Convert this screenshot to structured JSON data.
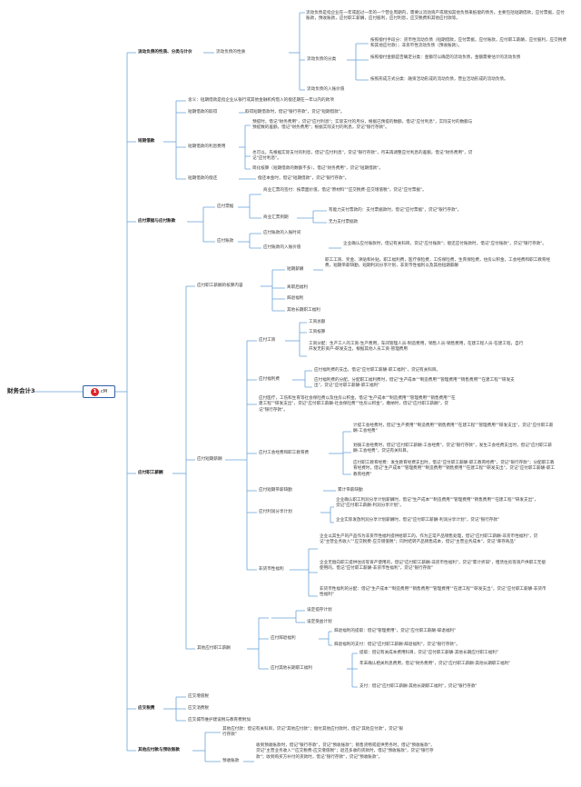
{
  "title": "财务会计3",
  "badge": {
    "number": "1",
    "label": "cM"
  },
  "colors": {
    "accent": "#6aa3d8",
    "badge": "#d9262c",
    "text": "#3a3a3a"
  },
  "sections": {
    "current": {
      "label": "流动负债的性质、分类与计价",
      "nature": "流动负债的性质",
      "def": "流动负债是指企业在一年或超过一年的一个营业周期内，需要以流动资产或增加其他负债来抵偿的债务。主要包括短期借款，应付票据，应付账款，预收账款，应付职工薪酬，应付股利，应付利息，应交税费和其他应付款等。",
      "classify": "流动负债的分类",
      "c1": "按照偿付手段分：货币性流动负债（短期借款，应付票据，应付账款，应付职工薪酬，应付股利，应交税费和其他应付款）；非货币性流动负债（预收账款）。",
      "c2": "按照偿付金额是否确定分类：金额可以确定的流动负债，金额需要估计的流动负债",
      "c3": "按照形成方式分类：融资活动形成的流动负债，营业活动形成的流动负债。",
      "measure": "流动负债的入账价值"
    },
    "shortloan": {
      "label": "短期借款",
      "def": "含义：短期借款是指企业从银行或其他金融机构借入的偿还期在一年以内的款项",
      "get": "短期借款的取得",
      "get_d": "取得短期借款时，借记\"银行存款\"，贷记\"短期借款\"。",
      "interest": "短期借款的利息费用",
      "i1": "预提时，借记\"财务费用\"，贷记\"应付利息\"；实际支付的月份，根据已预提的数额，借记\"应付利息\"，实际支付的数额与预提数的差额，借记\"财务费用\"；根据实际支付的利息，贷记\"银行存款\"。",
      "i2": "也可以，先根据实际支付的利息，借记\"应付利息\"，贷记\"银行存款\"，月末再调整应付利息的差额，借记\"财务费用\"，贷记\"应付利息\"。",
      "i3": "简化核算（短期借款的数额不多），借记\"财务费用\"，贷记\"短期借款\"。",
      "repay": "短期借款的偿还",
      "repay_d": "偿还本金时，借记\"短期借款\"，贷记\"银行存款\"。"
    },
    "payable": {
      "label": "应付票据与应付账款",
      "notes": "应付票据",
      "n1": "商业汇票的签付：按票面价值，借记\"原材料\"\"应交税费-应交增值税\"，贷记\"应付票据\"。",
      "bank": "商业汇票到期",
      "b1": "有能力支付票款的：支付票据款时，借记\"应付票据\"，贷记\"银行存款\"。",
      "b2": "无力支付票据款",
      "acct": "应付账款",
      "a1": "应付账款的入账时间",
      "a2": "应付账款的入账价值",
      "a2d": "企业确认应付账款时，借记有关科目，贷记\"应付账款\"；偿还应付账款时，借记\"应付账款\"，贷记\"银行存款\"。"
    },
    "salary": {
      "label": "应付职工薪酬",
      "content": "应付职工薪酬的核算内容",
      "short": "短期薪酬",
      "short_d": "职工工资、奖金、津贴和补贴，职工福利费，医疗保险费，工伤保险费，生育保险费，住房公积金，工会经费和职工教育经费，短期带薪缺勤，短期利润分享计划，非货币性福利以及其他短期薪酬",
      "post": "离职后福利",
      "quit": "辞退福利",
      "other_long": "其他长期职工福利",
      "wage": "应付工资",
      "w1": "工资总额",
      "w2": "工资核算",
      "w3": "工资分配：生产工人的工资-生产费用，车间管理人员-制造费用，销售人员-销售费用，在建工程人员-在建工程，自行开发无形资产-研发支出，根据其他人员工资-管理费用",
      "welfare": "应付福利费",
      "f1": "应付福利费的支出，借记\"应付职工薪酬-职工福利\"，贷记有关科目。",
      "f2": "应付福利费的分配，分配职工福利费时，借记\"生产成本\"\"制造费用\"\"管理费用\"\"销售费用\"\"在建工程\"\"研发支出\"，贷记\"应付职工薪酬-职工福利\"",
      "shortpay": "应付短期薪酬",
      "s0": "应付医疗，工伤和生育等社会保险费以及住房公积金，借记\"生产成本\"\"制造费用\"\"管理费用\"\"销售费用\"\"在建工程\"\"研发支出\"，贷记\"应付职工薪酬-社会保险费\"\"住房公积金\"，缴纳时，借记\"应付职工薪酬\"，贷记\"银行存款\"。",
      "union": "应付工会经费和职工教育费",
      "u1": "计提工会经费时，借记\"生产费用\"\"制造费用\"\"销售费用\"\"在建工程\"\"管理费用\"\"研发支出\"，贷记\"应付职工薪酬-工会经费\"",
      "u2": "划拨工会经费时，借记\"应付职工薪酬-工会经费\"，贷记\"银行存款\"，发生工会经费支出时，借记\"应付职工薪酬-工会经费\"，贷记有关科目。",
      "u3": "应付职工教育经费：发生教育经费支出时，借记\"应付职工薪酬-职工教育经费\"，贷记\"银行存款\"；分配职工教育经费时，借记\"生产成本\"\"管理费用\"\"制造费用\"\"销售费用\"\"在建工程\"\"研发支出\"，贷记\"应付职工薪酬-职工教育经费\"",
      "absence": "应付短期带薪缺勤",
      "absence_d": "累计带薪缺勤",
      "profit": "应付利润分享计划",
      "p1": "企业确认职工利润分享计划薪酬时，借记\"生产成本\"\"制造费用\"\"管理费用\"\"销售费用\"\"在建工程\"\"研发支出\"，贷记\"应付职工薪酬-利润分享计划\"。",
      "p2": "企业实际发放利润分享计划薪酬时，借记\"应付职工薪酬-利润分享计划\"，贷记\"银行存款\"",
      "nonmon": "非货币性福利",
      "nm1": "企业以其生产的产品作为非货币性福利提供给职工的，作为正常产品销售处理，借记\"应付职工薪酬-非货币性福利\"，贷记\"主营业务收入\"\"应交税费-应交增值税\"；同时结转产品销售成本，借记\"主营业务成本\"，贷记\"库存商品\"",
      "nm2": "企业无偿向职工提供住房等资产使用的，借记\"应付职工薪酬-非货币性福利\"，贷记\"累计折旧\"，租赁住房等资产供职工无偿使用的，借记\"应付职工薪酬-非货币性福利\"，贷记\"银行存款\"",
      "nm3": "非货币性福利的分配：借记\"生产成本\"\"制造费用\"\"销售费用\"\"管理费用\"\"在建工程\"\"研发支出\"，贷记\"应付职工薪酬-非货币性福利\"",
      "other": "其他应付职工薪酬",
      "o1": "设定提存计划",
      "o2": "设定受益计划",
      "dismiss": "应付辞退福利",
      "d1": "辞退福利的提取：借记\"管理费用\"，贷记\"应付职工薪酬-辞退福利\"",
      "d2": "辞退福利的支付：借记\"应付职工薪酬-辞退福利\"，贷记\"银行存款\"。",
      "longw": "应付其他长期职工福利",
      "l1": "提取：借记有关成本费用科目，贷记\"应付职工薪酬-其他长期应付职工福利\"",
      "l2": "年末确认相关利息费用，借记\"财务费用\"，贷记\"应付职工薪酬-其他长期职工福利\"",
      "l3": "支付：借记\"应付职工薪酬-其他长期职工福利\"，贷记\"银行存款\""
    },
    "tax": {
      "label": "应交税费",
      "t1": "应交增值税",
      "t2": "应交消费税",
      "t3": "应交城市维护建设税与教育费附加"
    },
    "otherpay": {
      "label": "其他应付款与预收账款",
      "o1": "其他应付款：借记有关科目，贷记\"其他应付款\"；偿付其他应付款时，借记\"其他应付款\"，贷记\"银行存款\"",
      "adv": "预收账款",
      "adv_d": "收到预收账款时，借记\"银行存款\"，贷记\"预收账款\"；销售货物或提供劳务时，借记\"预收账款\"，贷记\"主营业务收入\"\"应交税费-应交增值税\"；退还多收的货款时，借记\"预收账款\"，贷记\"银行存款\"；收到购买方补付的货款时，借记\"银行存款\"，贷记\"预收账款\"。"
    }
  }
}
